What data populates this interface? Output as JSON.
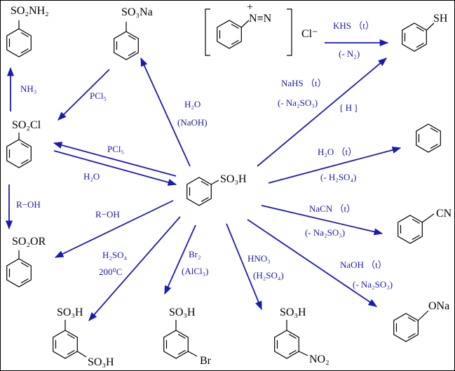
{
  "colors": {
    "reaction_arrow": "#1a1ab4",
    "condition_text": "#1a1aa6",
    "structure": "#000000"
  },
  "center": {
    "group": "SO₃H"
  },
  "compounds": {
    "sulfonamide": {
      "group": "SO₂NH₂"
    },
    "sodium_sulfonate": {
      "group": "SO₃Na"
    },
    "sulfonyl_chloride": {
      "group": "SO₂Cl"
    },
    "sulfonate_ester": {
      "group": "SO₂OR"
    },
    "disulfonic": {
      "group_top": "SO₃H",
      "group_meta": "SO₃H"
    },
    "bromo": {
      "group_top": "SO₃H",
      "group_meta": "Br"
    },
    "nitro": {
      "group_top": "SO₃H",
      "group_meta": "NO₂"
    },
    "thiophenol": {
      "group": "SH"
    },
    "benzene": {
      "group": ""
    },
    "benzonitrile": {
      "group": "CN"
    },
    "phenoxide": {
      "group": "ONa"
    },
    "diazonium": {
      "cation_plus": "+",
      "group": "N≡N",
      "anion": "Cl⁻"
    }
  },
  "conditions": {
    "nh3": "NH₃",
    "pcl5_to_sulfonylchloride": "PCl₅",
    "h2o_reagent": "H₂O",
    "naoh_paren": "(NaOH)",
    "pcl5_center": "PCl₅",
    "h2o_reverse": "H₂O",
    "roh_left": "R−OH",
    "roh_center": "R−OH",
    "h2so4": "H₂SO₄",
    "temp_200": "200⁰C",
    "br2": "Br₂",
    "alcl3": "(AlCl₃)",
    "hno3": "HNO₃",
    "h2so4_paren": "(H₂SO₄)",
    "khs": "KHS （t）",
    "minus_n2": "(- N₂)",
    "nahs": "NaHS （t）",
    "minus_na2so3_a": "(- Na₂SO₃)",
    "h_bracket": "[ H ]",
    "h2o_t": "H₂O （t）",
    "minus_h2so4": "(- H₂SO₄)",
    "nacn_t": "NaCN （t）",
    "minus_na2so3_b": "(- Na₂SO₃)",
    "naoh_t": "NaOH （t）",
    "minus_na2so3_c": "(- Na₂SO₃)"
  }
}
